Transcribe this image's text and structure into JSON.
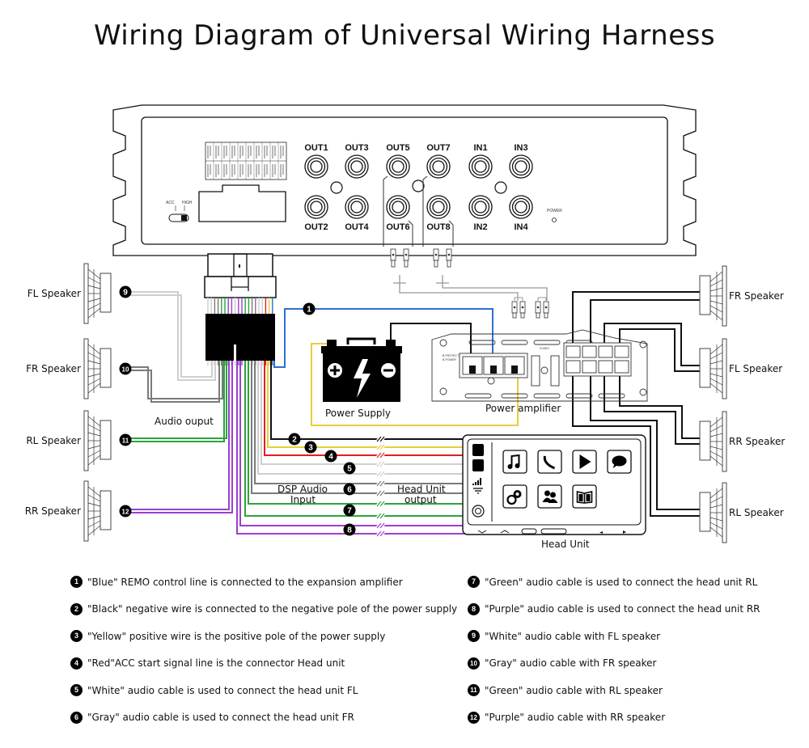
{
  "title": "Wiring Diagram of Universal Wiring Harness",
  "amplifier_panel": {
    "switch_labels": [
      "ACC",
      "HIGH"
    ],
    "power_label": "POWER",
    "rca_ports": [
      {
        "id": "OUT1",
        "label": "OUT1"
      },
      {
        "id": "OUT2",
        "label": "OUT2"
      },
      {
        "id": "OUT3",
        "label": "OUT3"
      },
      {
        "id": "OUT4",
        "label": "OUT4"
      },
      {
        "id": "OUT5",
        "label": "OUT5"
      },
      {
        "id": "OUT6",
        "label": "OUT6"
      },
      {
        "id": "OUT7",
        "label": "OUT7"
      },
      {
        "id": "OUT8",
        "label": "OUT8"
      },
      {
        "id": "IN1",
        "label": "IN1"
      },
      {
        "id": "IN2",
        "label": "IN2"
      },
      {
        "id": "IN3",
        "label": "IN3"
      },
      {
        "id": "IN4",
        "label": "IN4"
      }
    ]
  },
  "components": {
    "power_supply": "Power Supply",
    "power_amplifier": "Power amplifier",
    "head_unit": "Head Unit",
    "audio_output": "Audio ouput",
    "dsp_audio_input": [
      "DSP Audio",
      "Input"
    ],
    "head_unit_output": [
      "Head Unit",
      "output"
    ]
  },
  "speakers_left": [
    "FL Speaker",
    "FR Speaker",
    "RL Speaker",
    "RR Speaker"
  ],
  "speakers_right": [
    "FR Speaker",
    "FL Speaker",
    "RR Speaker",
    "RL Speaker"
  ],
  "wire_colors": {
    "blue": "#2f6fd6",
    "black": "#111111",
    "yellow": "#e6cf3a",
    "red": "#e02020",
    "white": "#cfcfcf",
    "gray": "#7a7a7a",
    "green": "#2aa53a",
    "purple": "#9b3fd0"
  },
  "wire_markers": [
    "1",
    "2",
    "3",
    "4",
    "5",
    "6",
    "7",
    "8",
    "9",
    "10",
    "11",
    "12"
  ],
  "head_unit_apps": [
    "music-note",
    "phone",
    "play",
    "chat-bubble",
    "settings-gears",
    "contacts",
    "book"
  ],
  "legend": [
    {
      "num": "1",
      "text": "\"Blue\" REMO control line is connected to the expansion amplifier"
    },
    {
      "num": "2",
      "text": "\"Black\" negative wire is connected to the negative pole of the power supply"
    },
    {
      "num": "3",
      "text": "\"Yellow\" positive wire is the positive pole of the power supply"
    },
    {
      "num": "4",
      "text": "\"Red\"ACC start signal line is the connector Head unit"
    },
    {
      "num": "5",
      "text": "\"White\" audio cable is used to connect the head unit FL"
    },
    {
      "num": "6",
      "text": "\"Gray\" audio cable is used to connect the head unit FR"
    },
    {
      "num": "7",
      "text": "\"Green\" audio cable is used to connect the head unit RL"
    },
    {
      "num": "8",
      "text": "\"Purple\" audio cable is used to connect the head unit RR"
    },
    {
      "num": "9",
      "text": "\"White\" audio cable with FL speaker"
    },
    {
      "num": "10",
      "text": "\"Gray\" audio cable with FR speaker"
    },
    {
      "num": "11",
      "text": "\"Green\" audio cable with RL speaker"
    },
    {
      "num": "12",
      "text": "\"Purple\" audio cable with RR speaker"
    }
  ]
}
